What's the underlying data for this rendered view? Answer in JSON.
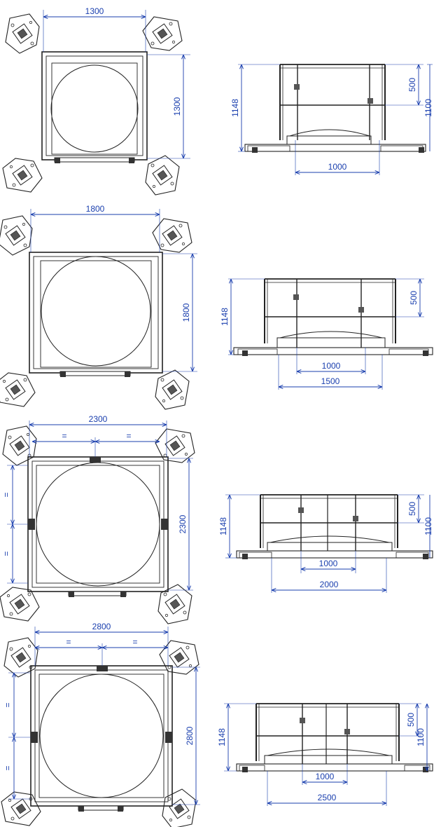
{
  "colors": {
    "dimension": "#1a3fae",
    "line": "#222222",
    "paper": "#ffffff"
  },
  "variants": [
    {
      "plan": {
        "width": "1300",
        "depth": "1300"
      },
      "elevation": {
        "height": "1148",
        "rail_gap": "500",
        "rail_height": "1100",
        "opening": "1000"
      }
    },
    {
      "plan": {
        "width": "1800",
        "depth": "1800"
      },
      "elevation": {
        "height": "1148",
        "rail_gap": "500",
        "opening": "1000",
        "base": "1500"
      }
    },
    {
      "plan": {
        "width": "2300",
        "depth": "2300",
        "equal": "=",
        "equal_side": "="
      },
      "elevation": {
        "height": "1148",
        "rail_gap": "500",
        "rail_height": "1100",
        "opening": "1000",
        "base": "2000"
      }
    },
    {
      "plan": {
        "width": "2800",
        "depth": "2800",
        "equal": "=",
        "equal_side": "="
      },
      "elevation": {
        "height": "1148",
        "rail_gap": "500",
        "rail_height": "1100",
        "opening": "1000",
        "base": "2500"
      }
    }
  ]
}
